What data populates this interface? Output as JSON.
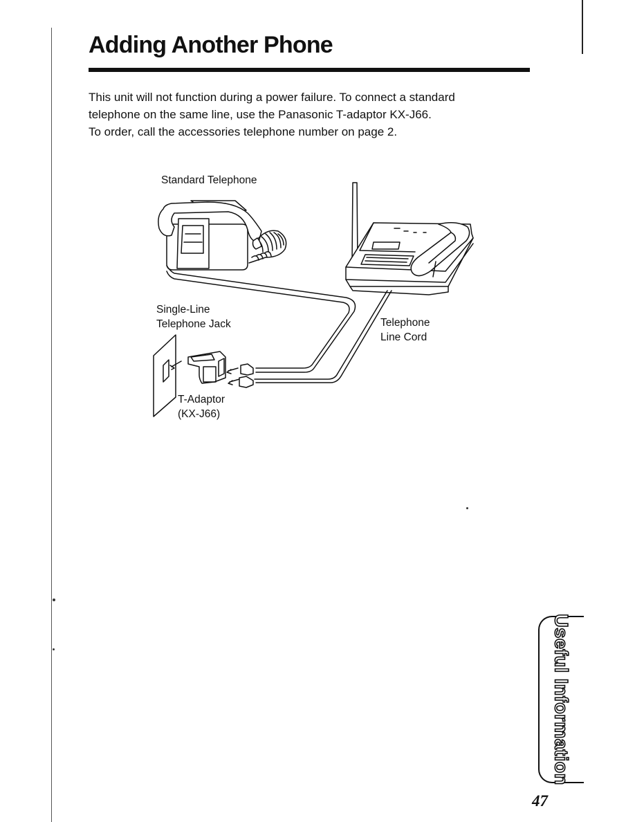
{
  "page": {
    "title": "Adding Another Phone",
    "intro_lines": [
      "This unit will not function during a power failure. To connect a standard",
      "telephone on the same line, use the Panasonic T-adaptor KX-J66.",
      "To order, call the accessories telephone number on page 2."
    ],
    "side_tab": "Useful Information",
    "page_number": "47"
  },
  "diagram": {
    "standard_telephone": "Standard Telephone",
    "jack_line1": "Single-Line",
    "jack_line2": "Telephone Jack",
    "cord_line1": "Telephone",
    "cord_line2": "Line Cord",
    "adaptor_line1": "T-Adaptor",
    "adaptor_line2": "(KX-J66)"
  }
}
